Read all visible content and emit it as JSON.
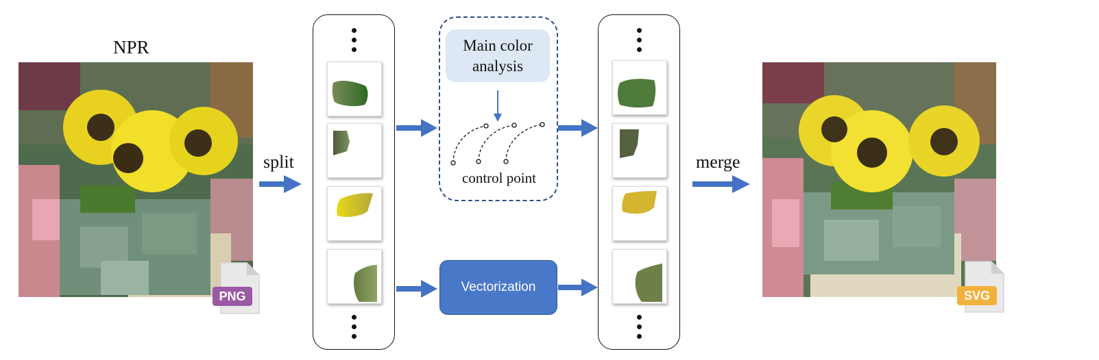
{
  "labels": {
    "npr": "NPR",
    "split": "split",
    "merge": "merge",
    "main_color_analysis": "Main color\nanalysis",
    "control_point": "control point",
    "vectorization": "Vectorization",
    "png_badge": "PNG",
    "svg_badge": "SVG"
  },
  "colors": {
    "arrow_blue": "#4472c4",
    "dashed_border": "#2d4e86",
    "mca_fill": "#dde8f4",
    "vectorization_fill": "#4a78c9",
    "png_badge": "#9b59a6",
    "svg_badge": "#f2b13c"
  },
  "icons": {
    "png_file": "file-png-icon",
    "svg_file": "file-svg-icon",
    "ellipsis": "vertical-ellipsis-icon"
  }
}
